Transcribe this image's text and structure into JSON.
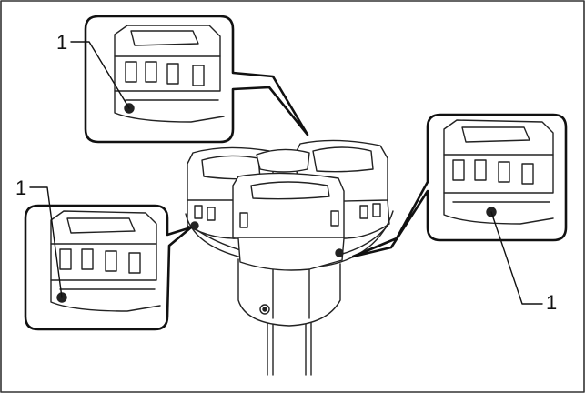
{
  "figure": {
    "callouts": [
      {
        "id": "upper-left-detail",
        "label": "1"
      },
      {
        "id": "left-detail",
        "label": "1"
      },
      {
        "id": "right-detail",
        "label": "1"
      }
    ]
  }
}
